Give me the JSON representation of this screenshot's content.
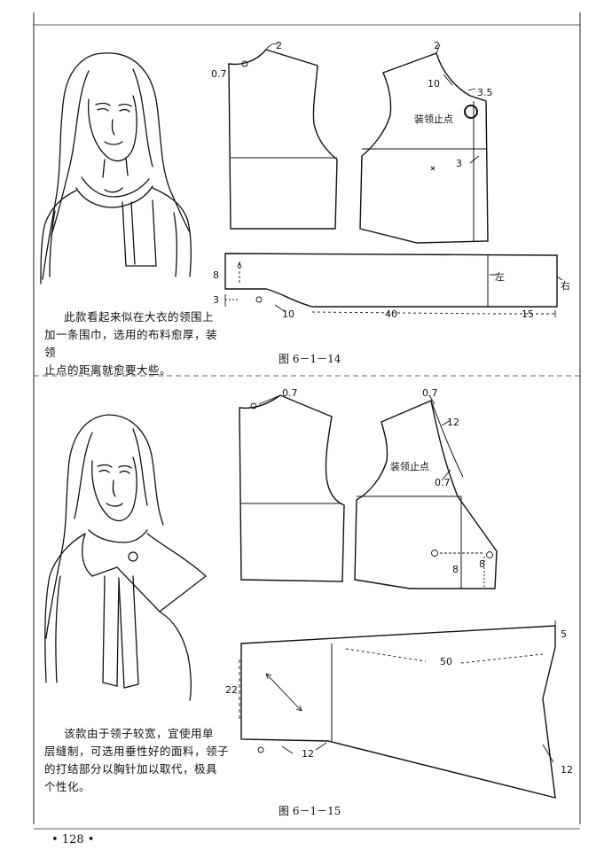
{
  "top": {
    "description": [
      "此款看起来似在大衣的领围上",
      "加一条围巾，选用的布料愈厚，装领",
      "止点的距离就愈要大些。"
    ],
    "caption": "图 6－1－14",
    "labels": {
      "n2a": "2",
      "n07a": "0.7",
      "n2b": "2",
      "n10a": "10",
      "n35": "3.5",
      "collar_end": "装领止点",
      "n3a": "3",
      "n8": "8",
      "n3b": "3",
      "n10b": "10",
      "n40": "40",
      "n15": "15",
      "left": "左",
      "right": "右"
    }
  },
  "bottom": {
    "description": [
      "该款由于领子较宽，宜使用单",
      "层缝制，可选用垂性好的面料，领子",
      "的打结部分以胸针加以取代，极具",
      "个性化。"
    ],
    "caption": "图 6－1－15",
    "labels": {
      "n07a": "0.7",
      "n07b": "0.7",
      "n12a": "12",
      "collar_end": "装领止点",
      "n07c": "0.7",
      "n8a": "8",
      "n8b": "8",
      "n5": "5",
      "n50": "50",
      "n22": "22",
      "n12b": "12",
      "n12c": "12"
    }
  },
  "page_number": "• 128 •"
}
